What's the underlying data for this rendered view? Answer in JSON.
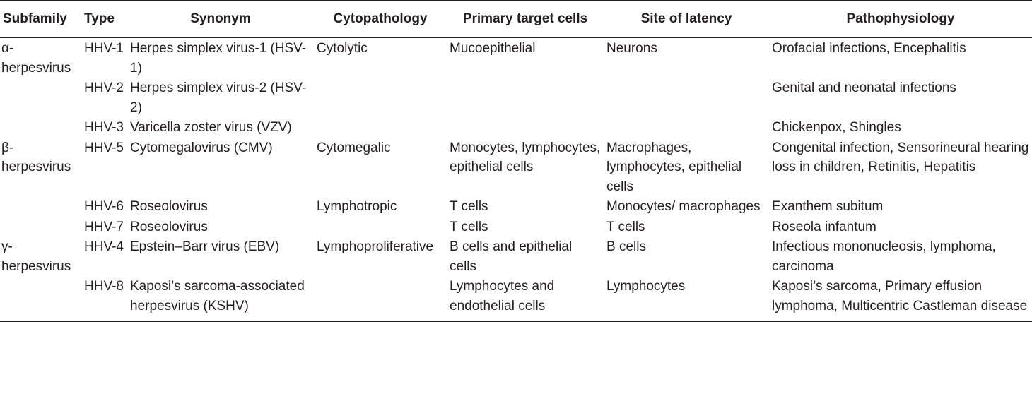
{
  "headers": {
    "subfamily": "Subfamily",
    "type": "Type",
    "synonym": "Synonym",
    "cytopathology": "Cytopathology",
    "primary_target_cells": "Primary target cells",
    "site_of_latency": "Site of latency",
    "pathophysiology": "Pathophysiology"
  },
  "rows": [
    {
      "subfamily": "α-herpesvirus",
      "type": "HHV-1",
      "synonym": "Herpes simplex virus-1 (HSV-1)",
      "cytopathology": "Cytolytic",
      "primary_target_cells": "Mucoepithelial",
      "site_of_latency": "Neurons",
      "pathophysiology": "Orofacial infections, Encephalitis"
    },
    {
      "subfamily": "",
      "type": "HHV-2",
      "synonym": "Herpes simplex virus-2 (HSV-2)",
      "cytopathology": "",
      "primary_target_cells": "",
      "site_of_latency": "",
      "pathophysiology": "Genital and neonatal infections"
    },
    {
      "subfamily": "",
      "type": "HHV-3",
      "synonym": "Varicella zoster virus (VZV)",
      "cytopathology": "",
      "primary_target_cells": "",
      "site_of_latency": "",
      "pathophysiology": "Chickenpox, Shingles"
    },
    {
      "subfamily": "β-herpesvirus",
      "type": "HHV-5",
      "synonym": "Cytomegalovirus (CMV)",
      "cytopathology": "Cytomegalic",
      "primary_target_cells": "Monocytes, lymphocytes, epithelial cells",
      "site_of_latency": "Macrophages, lymphocytes, epithelial cells",
      "pathophysiology": "Congenital infection, Sensorineural hearing loss in children, Retinitis, Hepatitis"
    },
    {
      "subfamily": "",
      "type": "HHV-6",
      "synonym": "Roseolovirus",
      "cytopathology": "Lymphotropic",
      "primary_target_cells": "T cells",
      "site_of_latency": "Monocytes/ macrophages",
      "pathophysiology": "Exanthem subitum"
    },
    {
      "subfamily": "",
      "type": "HHV-7",
      "synonym": "Roseolovirus",
      "cytopathology": "",
      "primary_target_cells": "T cells",
      "site_of_latency": "T cells",
      "pathophysiology": "Roseola infantum"
    },
    {
      "subfamily": "γ-herpesvirus",
      "type": "HHV-4",
      "synonym": "Epstein–Barr virus (EBV)",
      "cytopathology": "Lymphoproliferative",
      "primary_target_cells": "B cells and epithelial cells",
      "site_of_latency": "B cells",
      "pathophysiology": "Infectious mononucleosis, lymphoma, carcinoma"
    },
    {
      "subfamily": "",
      "type": "HHV-8",
      "synonym": "Kaposi’s sarcoma-associated herpesvirus (KSHV)",
      "cytopathology": "",
      "primary_target_cells": "Lymphocytes and endothelial cells",
      "site_of_latency": "Lymphocytes",
      "pathophysiology": "Kaposi’s sarcoma, Primary effusion lymphoma, Multicentric Castleman disease"
    }
  ]
}
